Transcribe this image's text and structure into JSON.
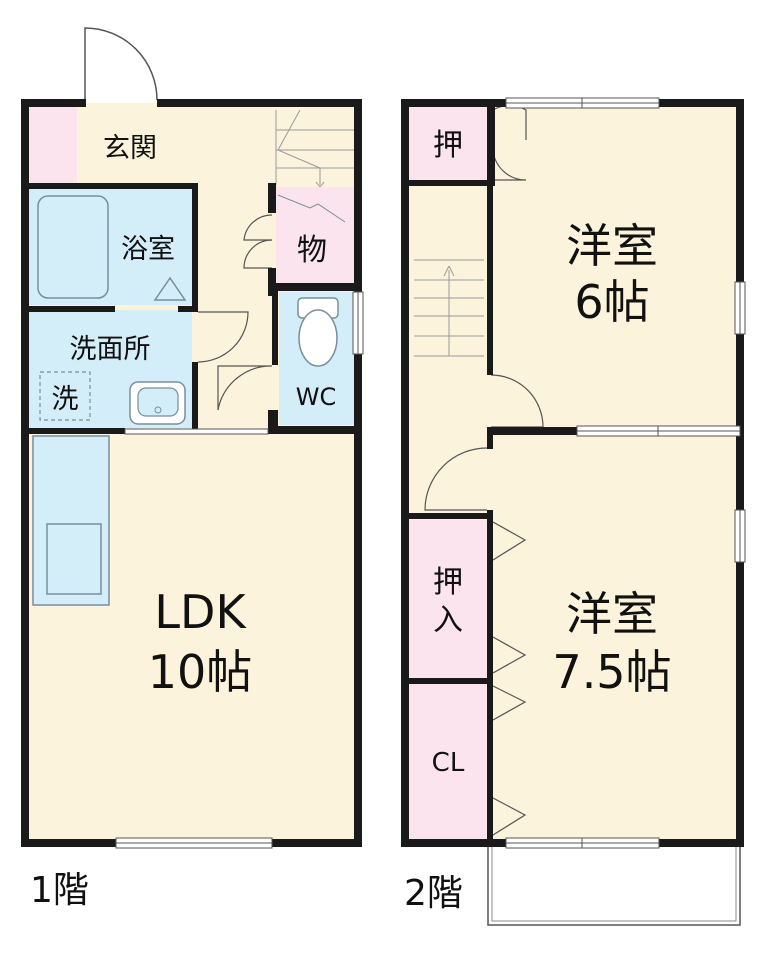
{
  "colors": {
    "wall": "#1a1a1a",
    "floor": "#fbf3dc",
    "wet_area": "#d3eef9",
    "storage": "#fbe4ee",
    "fixture_stroke": "#7a8e9a",
    "door_stroke": "#555555"
  },
  "floor1": {
    "level_label": "1階",
    "entrance": "玄関",
    "bath": "浴室",
    "washroom": "洗面所",
    "washer": "洗",
    "storage": "物",
    "toilet": "WC",
    "ldk_name": "LDK",
    "ldk_size": "10帖"
  },
  "floor2": {
    "level_label": "2階",
    "closet_top": "押",
    "closet_mid_line1": "押",
    "closet_mid_line2": "入",
    "closet_bottom": "CL",
    "room1_name": "洋室",
    "room1_size": "6帖",
    "room2_name": "洋室",
    "room2_size": "7.5帖"
  }
}
